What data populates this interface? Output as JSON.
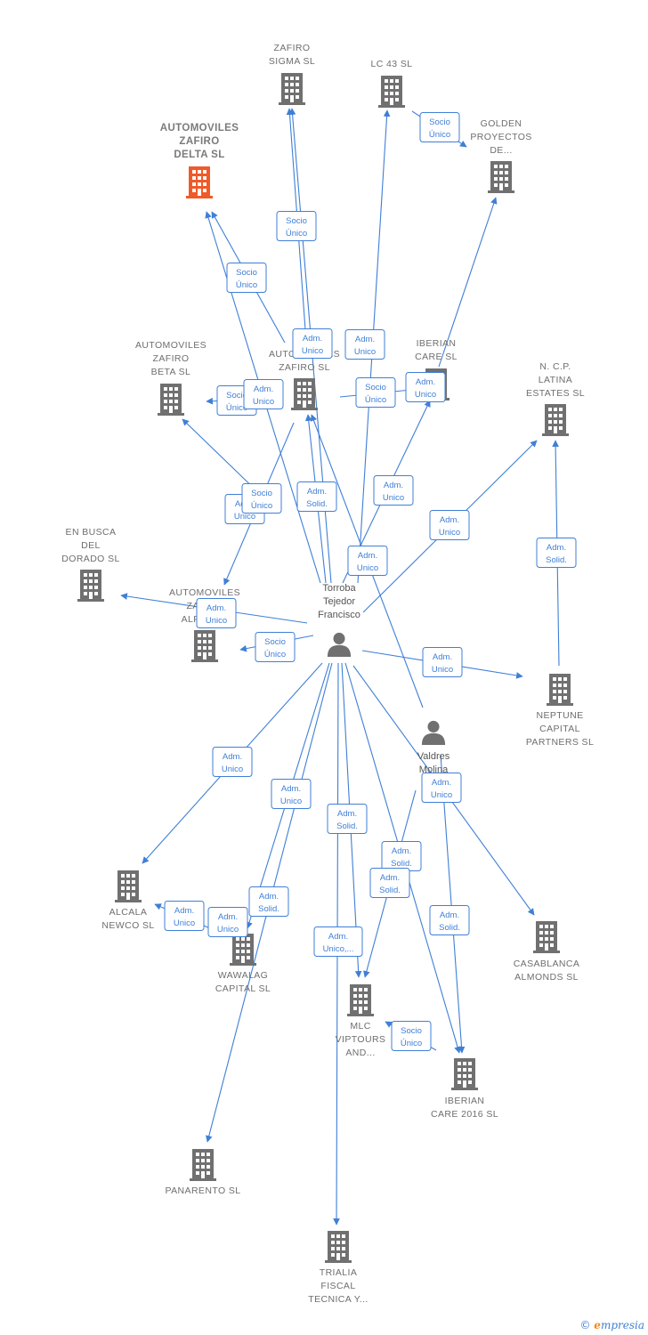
{
  "colors": {
    "edge": "#3f7fd6",
    "building": "#707070",
    "focus_building": "#f05a28",
    "person": "#707070"
  },
  "nodes": [
    {
      "id": "zafiro_sigma",
      "kind": "company",
      "label": [
        "ZAFIRO",
        "SIGMA  SL"
      ]
    },
    {
      "id": "lc43",
      "kind": "company",
      "label": [
        "LC 43 SL"
      ]
    },
    {
      "id": "golden",
      "kind": "company",
      "label": [
        "GOLDEN",
        "PROYECTOS",
        "DE..."
      ]
    },
    {
      "id": "auto_delta",
      "kind": "company",
      "focus": true,
      "label": [
        "AUTOMOVILES",
        "ZAFIRO",
        "DELTA  SL"
      ]
    },
    {
      "id": "auto_beta",
      "kind": "company",
      "label": [
        "AUTOMOVILES",
        "ZAFIRO",
        "BETA  SL"
      ]
    },
    {
      "id": "auto_zafiro",
      "kind": "company",
      "label": [
        "AUTOMOVILES",
        "ZAFIRO  SL"
      ]
    },
    {
      "id": "iberian_care",
      "kind": "company",
      "label": [
        "IBERIAN",
        "CARE  SL"
      ]
    },
    {
      "id": "ncp",
      "kind": "company",
      "label": [
        "N. C.P.",
        "LATINA",
        "ESTATES  SL"
      ]
    },
    {
      "id": "en_busca",
      "kind": "company",
      "label": [
        "EN BUSCA",
        "DEL",
        "DORADO  SL"
      ]
    },
    {
      "id": "auto_alpha",
      "kind": "company",
      "label": [
        "AUTOMOVILES",
        "ZAFIRO",
        "ALPHA  SL"
      ]
    },
    {
      "id": "torroba",
      "kind": "person",
      "label": [
        "Torroba",
        "Tejedor",
        "Francisco"
      ]
    },
    {
      "id": "neptune",
      "kind": "company",
      "label": [
        "NEPTUNE",
        "CAPITAL",
        "PARTNERS  SL"
      ]
    },
    {
      "id": "valdres",
      "kind": "person",
      "label": [
        "Valdres",
        "Molina",
        "Sara"
      ]
    },
    {
      "id": "alcala",
      "kind": "company",
      "label": [
        "ALCALA",
        "NEWCO  SL"
      ]
    },
    {
      "id": "wawalag",
      "kind": "company",
      "label": [
        "WAWALAG",
        "CAPITAL  SL"
      ]
    },
    {
      "id": "casablanca",
      "kind": "company",
      "label": [
        "CASABLANCA",
        "ALMONDS  SL"
      ]
    },
    {
      "id": "mlc",
      "kind": "company",
      "label": [
        "MLC",
        "VIPTOURS",
        "AND..."
      ]
    },
    {
      "id": "iberian2016",
      "kind": "company",
      "label": [
        "IBERIAN",
        "CARE 2016  SL"
      ]
    },
    {
      "id": "panarento",
      "kind": "company",
      "label": [
        "PANARENTO SL"
      ]
    },
    {
      "id": "trialia",
      "kind": "company",
      "label": [
        "TRIALIA",
        "FISCAL",
        "TECNICA Y..."
      ]
    }
  ],
  "edges": [
    {
      "from": "torroba",
      "to": "zafiro_sigma"
    },
    {
      "from": "auto_zafiro",
      "to": "zafiro_sigma"
    },
    {
      "from": "torroba",
      "to": "lc43"
    },
    {
      "from": "lc43",
      "to": "golden"
    },
    {
      "from": "iberian_care",
      "to": "golden"
    },
    {
      "from": "auto_zafiro",
      "to": "auto_delta"
    },
    {
      "from": "torroba",
      "to": "auto_delta"
    },
    {
      "from": "auto_zafiro",
      "to": "auto_beta"
    },
    {
      "from": "torroba",
      "to": "auto_beta"
    },
    {
      "from": "auto_zafiro",
      "to": "iberian_care"
    },
    {
      "from": "torroba",
      "to": "iberian_care"
    },
    {
      "from": "torroba",
      "to": "auto_zafiro"
    },
    {
      "from": "valdres",
      "to": "auto_zafiro"
    },
    {
      "from": "auto_zafiro",
      "to": "auto_alpha"
    },
    {
      "from": "torroba",
      "to": "ncp"
    },
    {
      "from": "neptune",
      "to": "ncp"
    },
    {
      "from": "torroba",
      "to": "en_busca"
    },
    {
      "from": "torroba",
      "to": "auto_alpha"
    },
    {
      "from": "torroba",
      "to": "neptune"
    },
    {
      "from": "torroba",
      "to": "alcala"
    },
    {
      "from": "wawalag",
      "to": "alcala"
    },
    {
      "from": "torroba",
      "to": "wawalag"
    },
    {
      "from": "torroba",
      "to": "panarento"
    },
    {
      "from": "torroba",
      "to": "trialia"
    },
    {
      "from": "torroba",
      "to": "mlc"
    },
    {
      "from": "valdres",
      "to": "mlc"
    },
    {
      "from": "iberian2016",
      "to": "mlc"
    },
    {
      "from": "torroba",
      "to": "iberian2016"
    },
    {
      "from": "valdres",
      "to": "iberian2016"
    },
    {
      "from": "valdres",
      "to": "casablanca"
    }
  ],
  "edge_labels": [
    {
      "lines": [
        "Socio",
        "Único"
      ]
    },
    {
      "lines": [
        "Socio",
        "Único"
      ]
    },
    {
      "lines": [
        "Socio",
        "Único"
      ]
    },
    {
      "lines": [
        "Adm.",
        "Unico"
      ]
    },
    {
      "lines": [
        "Adm.",
        "Unico"
      ]
    },
    {
      "lines": [
        "Socio",
        "Único"
      ]
    },
    {
      "lines": [
        "Adm.",
        "Unico"
      ]
    },
    {
      "lines": [
        "Socio",
        "Único"
      ]
    },
    {
      "lines": [
        "Adm.",
        "Unico"
      ]
    },
    {
      "lines": [
        "Adm.",
        "Solid."
      ]
    },
    {
      "lines": [
        "Adm.",
        "Unico"
      ]
    },
    {
      "lines": [
        "Adm.",
        "Unico"
      ]
    },
    {
      "lines": [
        "Adm.",
        "Unico"
      ]
    },
    {
      "lines": [
        "Socio",
        "Único"
      ]
    },
    {
      "lines": [
        "Adm.",
        "Unico"
      ]
    },
    {
      "lines": [
        "Adm.",
        "Solid."
      ]
    },
    {
      "lines": [
        "Adm.",
        "Unico"
      ]
    },
    {
      "lines": [
        "Socio",
        "Único"
      ]
    },
    {
      "lines": [
        "Adm.",
        "Unico"
      ]
    },
    {
      "lines": [
        "Adm.",
        "Unico"
      ]
    },
    {
      "lines": [
        "Adm.",
        "Unico"
      ]
    },
    {
      "lines": [
        "Adm.",
        "Unico"
      ]
    },
    {
      "lines": [
        "Adm.",
        "Solid."
      ]
    },
    {
      "lines": [
        "Adm.",
        "Solid."
      ]
    },
    {
      "lines": [
        "Adm.",
        "Unico"
      ]
    },
    {
      "lines": [
        "Adm.",
        "Solid."
      ]
    },
    {
      "lines": [
        "Adm.",
        "Solid."
      ]
    },
    {
      "lines": [
        "Socio",
        "Único"
      ]
    },
    {
      "lines": [
        "Adm.",
        "Unico,..."
      ]
    },
    {
      "lines": [
        "Adm.",
        "Solid."
      ]
    },
    {
      "lines": [
        "Adm.",
        "Unico"
      ]
    },
    {
      "lines": [
        "Socio",
        "Único"
      ]
    }
  ],
  "footer": {
    "copyright": "©",
    "brand_initial": "e",
    "brand_rest": "mpresia"
  }
}
